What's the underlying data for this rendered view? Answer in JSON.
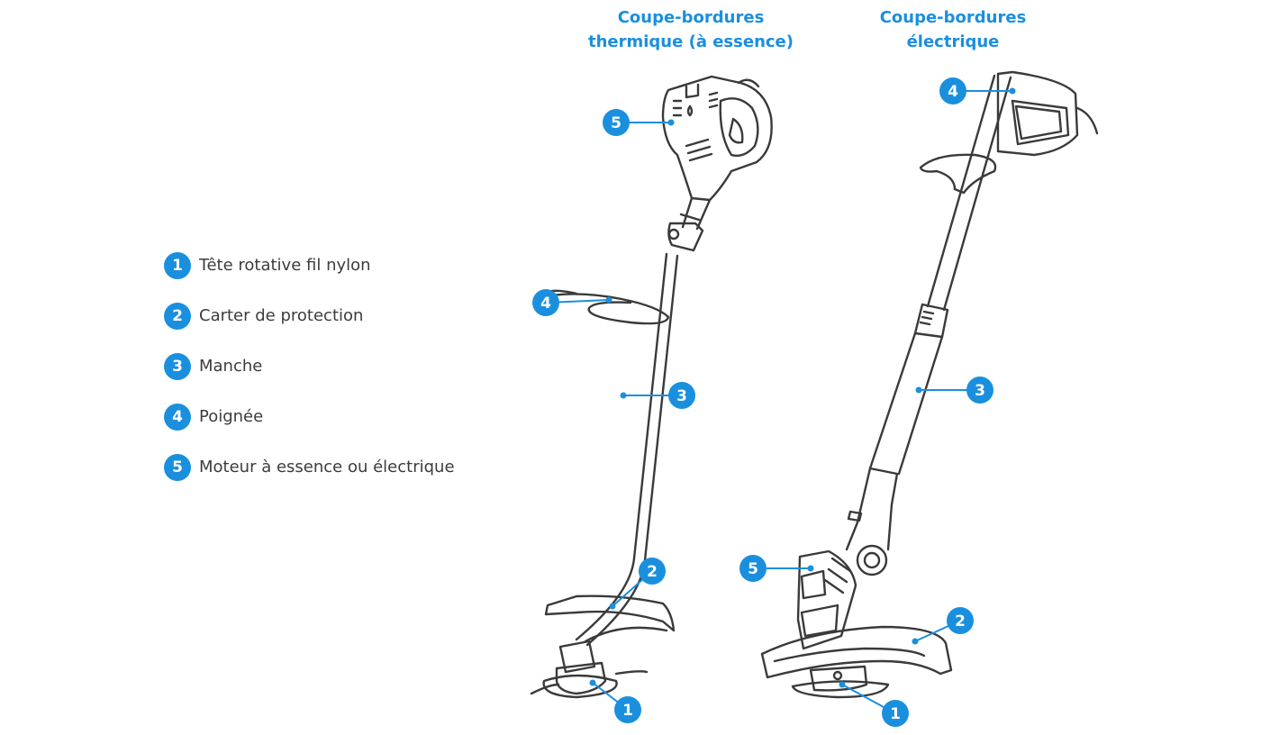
{
  "colors": {
    "accent": "#1a8fde",
    "line": "#3a3a3a",
    "text": "#3c3c3c"
  },
  "titles": {
    "thermique": [
      "Coupe-bordures",
      "thermique (à essence)"
    ],
    "electrique": [
      "Coupe-bordures",
      "électrique"
    ]
  },
  "legend": [
    {
      "number": "1",
      "label": "Tête rotative fil nylon"
    },
    {
      "number": "2",
      "label": "Carter de protection"
    },
    {
      "number": "3",
      "label": "Manche"
    },
    {
      "number": "4",
      "label": "Poignée"
    },
    {
      "number": "5",
      "label": "Moteur à essence ou électrique"
    }
  ],
  "callouts": {
    "thermique": [
      "5",
      "4",
      "3",
      "2",
      "1"
    ],
    "electrique": [
      "4",
      "3",
      "5",
      "2",
      "1"
    ]
  }
}
